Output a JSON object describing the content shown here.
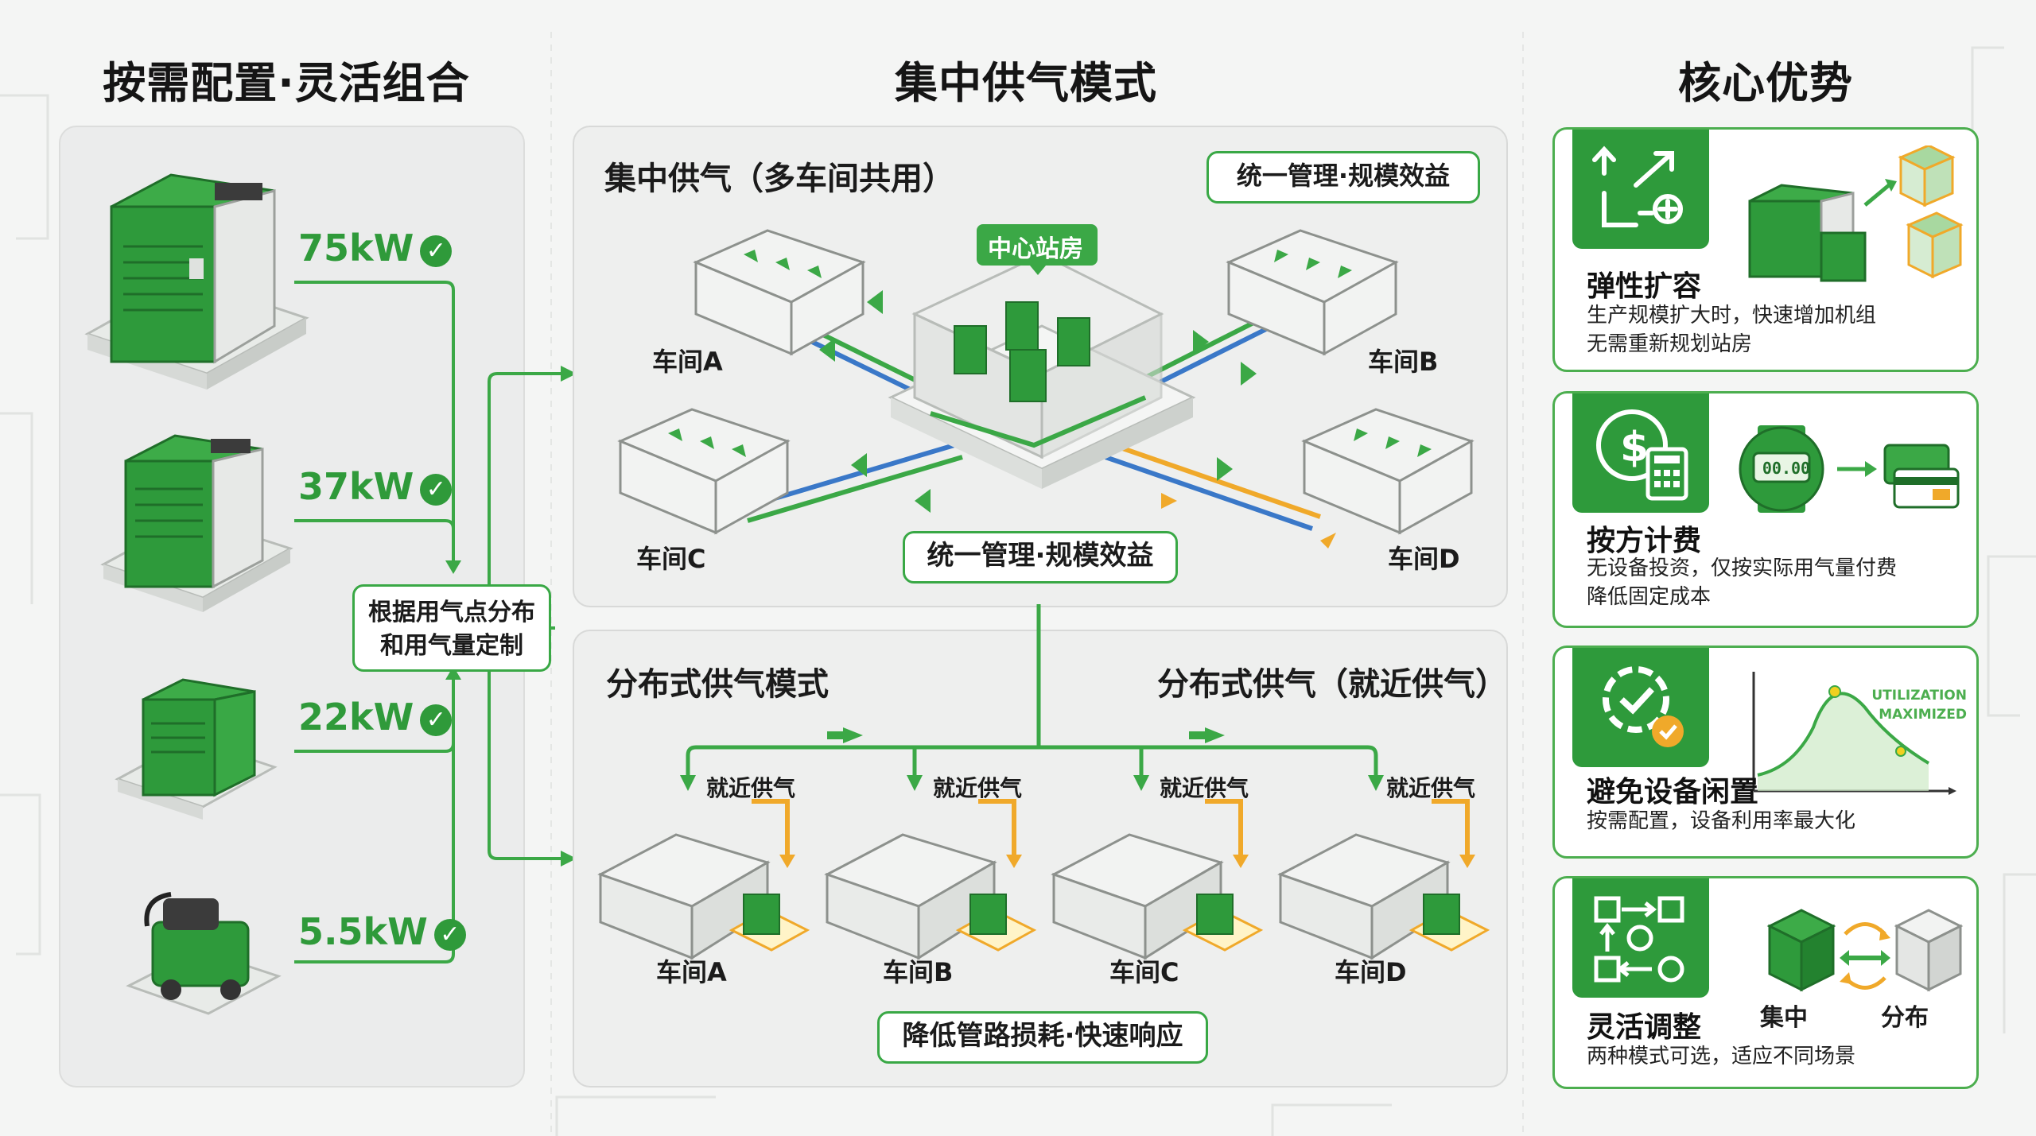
{
  "left": {
    "title": "按需配置·灵活组合",
    "units": [
      {
        "power": "75kW"
      },
      {
        "power": "37kW"
      },
      {
        "power": "22kW"
      },
      {
        "power": "5.5kW"
      }
    ],
    "custom_box": [
      "根据用气点分布",
      "和用气量定制"
    ]
  },
  "middle": {
    "title": "集中供气模式",
    "centralized": {
      "heading": "集中供气（多车间共用）",
      "badge": "统一管理·规模效益",
      "station": "中心站房",
      "workshops": [
        "车间A",
        "车间B",
        "车间C",
        "车间D"
      ],
      "bottom_badge": "统一管理·规模效益"
    },
    "distributed": {
      "heading_left": "分布式供气模式",
      "heading_right": "分布式供气（就近供气）",
      "supply_label": "就近供气",
      "workshops": [
        "车间A",
        "车间B",
        "车间C",
        "车间D"
      ],
      "bottom_badge": "降低管路损耗·快速响应"
    }
  },
  "right": {
    "title": "核心优势",
    "cards": [
      {
        "title": "弹性扩容",
        "desc": [
          "生产规模扩大时，快速增加机组",
          "无需重新规划站房"
        ]
      },
      {
        "title": "按方计费",
        "desc": [
          "无设备投资，仅按实际用气量付费",
          "降低固定成本"
        ],
        "meter": "00.00"
      },
      {
        "title": "避免设备闲置",
        "desc": [
          "按需配置，设备利用率最大化"
        ],
        "chart_text": [
          "UTILIZATION",
          "MAXIMIZED"
        ]
      },
      {
        "title": "灵活调整",
        "desc": [
          "两种模式可选，适应不同场景"
        ],
        "cube_left": "集中",
        "cube_right": "分布"
      }
    ]
  },
  "colors": {
    "green": "#2f9a3a",
    "light_green": "#4cae4f",
    "orange": "#f0a92a",
    "blue": "#3a78c8",
    "panel": "#ebecec"
  }
}
